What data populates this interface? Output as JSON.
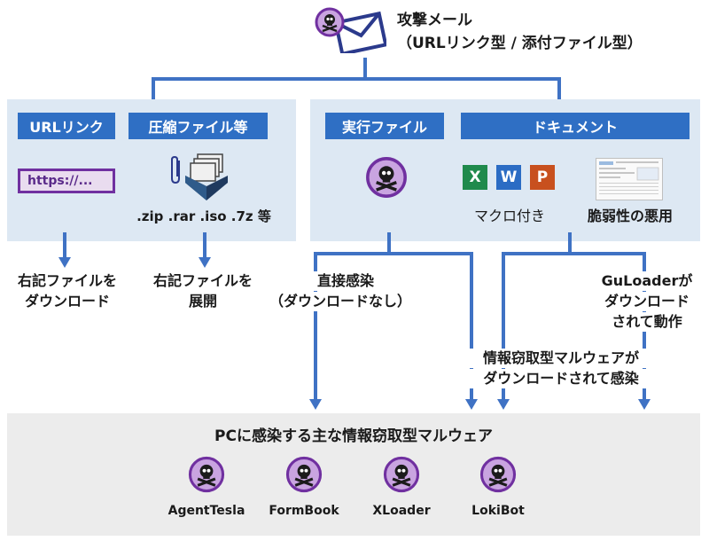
{
  "top": {
    "line1": "攻撃メール",
    "line2": "（URLリンク型 / 添付ファイル型）"
  },
  "panel_left": {
    "headers": [
      "URLリンク",
      "圧縮ファイル等"
    ],
    "url_text": "https://...",
    "archive_label": ".zip .rar .iso .7z 等"
  },
  "panel_right": {
    "headers": [
      "実行ファイル",
      "ドキュメント"
    ],
    "office_letters": [
      "X",
      "W",
      "P"
    ],
    "macro_label": "マクロ付き",
    "vuln_label": "脆弱性の悪用"
  },
  "notes": {
    "url_result": [
      "右記ファイルを",
      "ダウンロード"
    ],
    "archive_result": [
      "右記ファイルを",
      "展開"
    ],
    "direct": [
      "直接感染",
      "（ダウンロードなし）"
    ],
    "guloader": [
      "GuLoaderが",
      "ダウンロード",
      "されて動作"
    ],
    "stealer_dl": [
      "情報窃取型マルウェアが",
      "ダウンロードされて感染"
    ]
  },
  "bottom": {
    "title": "PCに感染する主な情報窃取型マルウェア",
    "malware": [
      "AgentTesla",
      "FormBook",
      "XLoader",
      "LokiBot"
    ]
  },
  "colors": {
    "accent": "#2f6fc4",
    "panel": "#dde8f3",
    "bottom": "#ececec",
    "purple": "#7030a0"
  },
  "icons": [
    "skull-icon",
    "envelope-icon",
    "paperclip-icon",
    "archive-icon",
    "excel-icon",
    "word-icon",
    "powerpoint-icon",
    "document-thumbnail-icon"
  ]
}
